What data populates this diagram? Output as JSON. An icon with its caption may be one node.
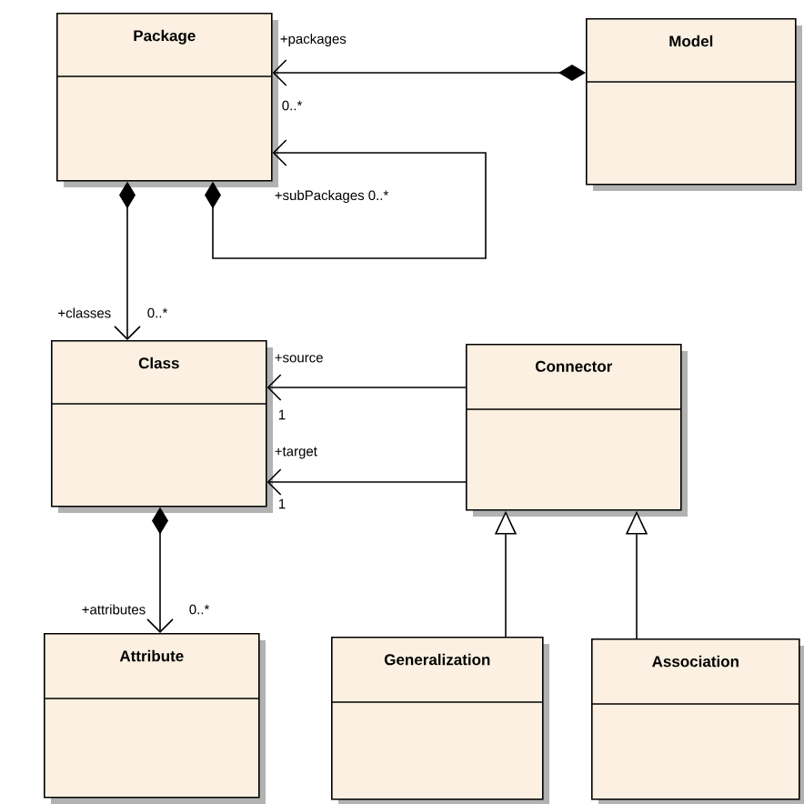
{
  "diagram": {
    "nodes": [
      {
        "text": [
          "Package"
        ]
      },
      {
        "text": [
          "Model"
        ]
      },
      {
        "text": [
          "Class"
        ]
      },
      {
        "text": [
          "Connector"
        ]
      },
      {
        "text": [
          "Attribute"
        ]
      },
      {
        "text": [
          "Generalization"
        ]
      },
      {
        "text": [
          "Association"
        ]
      }
    ],
    "edges": [
      {
        "from": 1,
        "to": 0,
        "arrow": "to",
        "label": "+packages"
      },
      {
        "from": 0,
        "to": 0,
        "arrow": "to",
        "label": "+subPackages 0..*"
      },
      {
        "from": 0,
        "to": 2,
        "arrow": "to",
        "label": "+classes"
      },
      {
        "from": 3,
        "to": 2,
        "arrow": "to",
        "label": "+source"
      },
      {
        "from": 3,
        "to": 2,
        "arrow": "to",
        "label": "+target"
      },
      {
        "from": 2,
        "to": 4,
        "arrow": "to",
        "label": "+attributes"
      },
      {
        "from": 5,
        "to": 3,
        "arrow": "to"
      },
      {
        "from": 6,
        "to": 3,
        "arrow": "to"
      }
    ],
    "labels": [
      "0..*",
      "0..*",
      "1",
      "1",
      "0..*"
    ]
  }
}
